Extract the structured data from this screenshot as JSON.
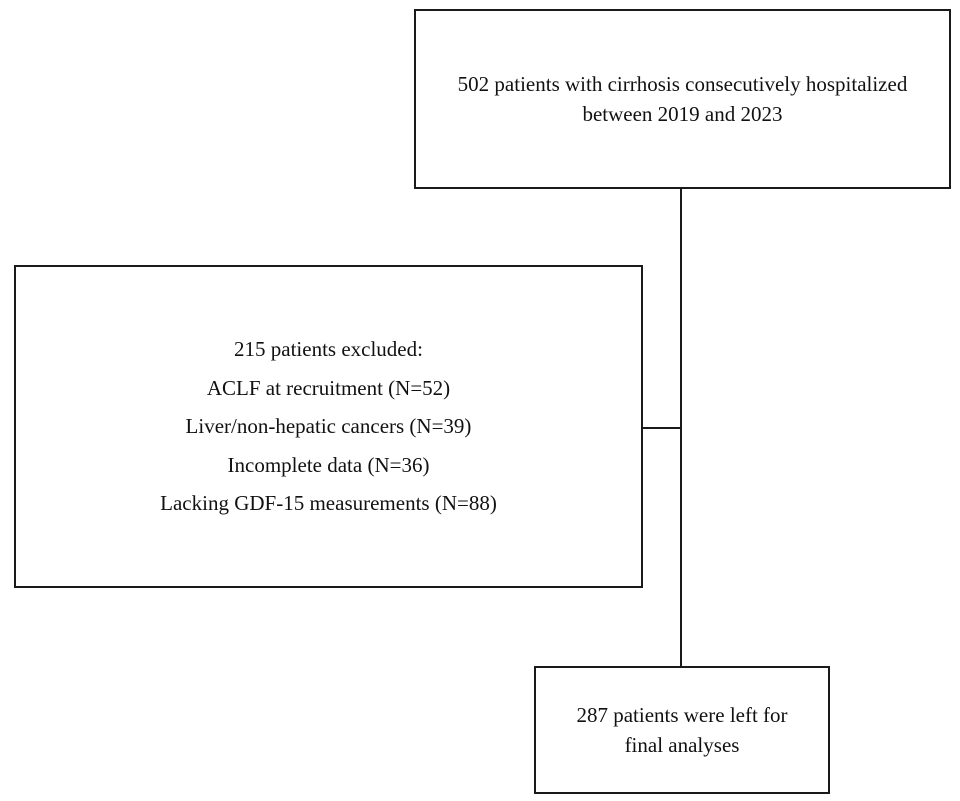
{
  "flowchart": {
    "top_box": {
      "lines": [
        "502 patients with cirrhosis consecutively hospitalized",
        "between 2019 and 2023"
      ]
    },
    "excluded_box": {
      "lines": [
        "215 patients excluded:",
        "ACLF at recruitment (N=52)",
        "Liver/non-hepatic cancers (N=39)",
        "Incomplete data (N=36)",
        "Lacking GDF-15 measurements (N=88)"
      ]
    },
    "final_box": {
      "lines": [
        "287 patients were left for",
        "final analyses"
      ]
    }
  }
}
